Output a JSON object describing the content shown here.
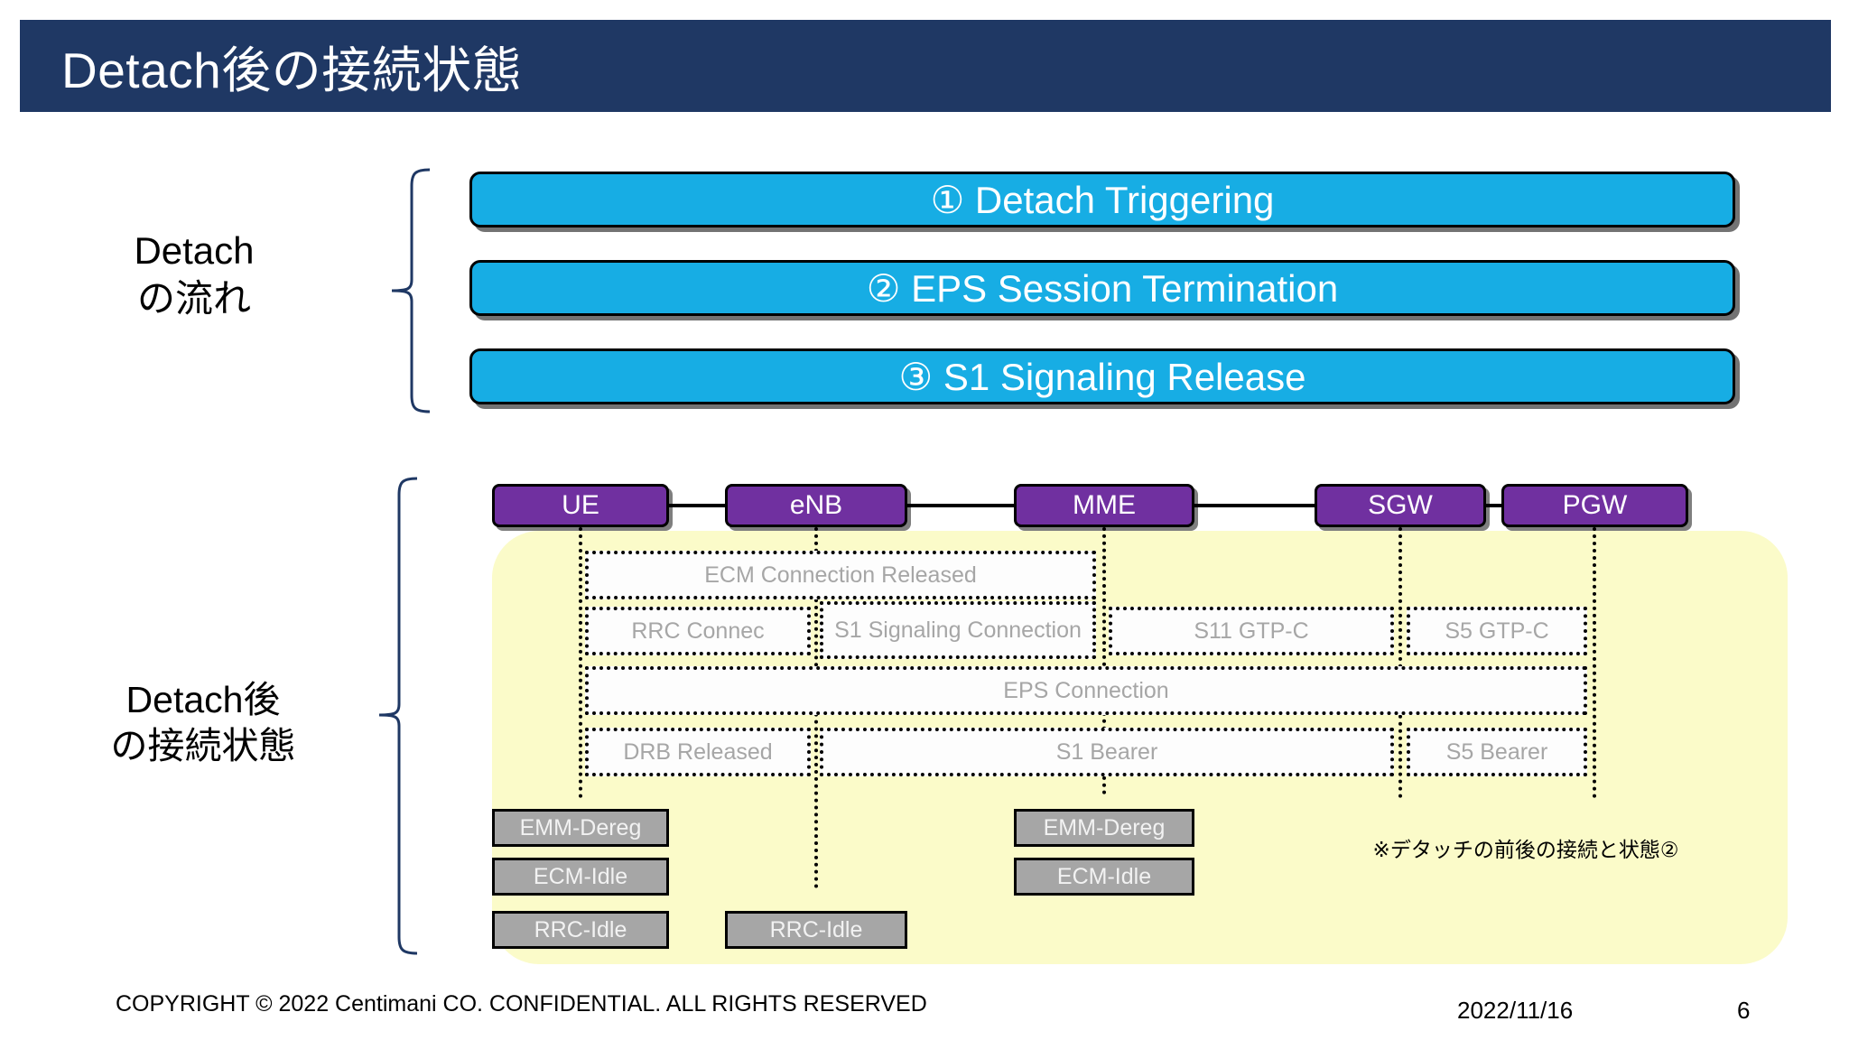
{
  "slide": {
    "title": "Detach後の接続状態",
    "banner_color": "#1F3864"
  },
  "sections": {
    "flow_label": "Detach\nの流れ",
    "state_label": "Detach後\nの接続状態"
  },
  "steps": [
    {
      "label": "①  Detach Triggering"
    },
    {
      "label": "②  EPS Session Termination"
    },
    {
      "label": "③  S1 Signaling Release"
    }
  ],
  "step_color": "#17ADE4",
  "nodes": [
    {
      "label": "UE"
    },
    {
      "label": "eNB"
    },
    {
      "label": "MME"
    },
    {
      "label": "SGW"
    },
    {
      "label": "PGW"
    }
  ],
  "node_color": "#7030A0",
  "panel_color": "#FBFBC9",
  "connections": [
    {
      "label": "ECM Connection Released"
    },
    {
      "label": "RRC Connec"
    },
    {
      "label": "S1 Signaling Connection"
    },
    {
      "label": "S11 GTP-C"
    },
    {
      "label": "S5 GTP-C"
    },
    {
      "label": "EPS Connection"
    },
    {
      "label": "DRB Released"
    },
    {
      "label": "S1 Bearer"
    },
    {
      "label": "S5 Bearer"
    }
  ],
  "states": [
    {
      "label": "EMM-Dereg"
    },
    {
      "label": "ECM-Idle"
    },
    {
      "label": "RRC-Idle"
    },
    {
      "label": "RRC-Idle"
    },
    {
      "label": "EMM-Dereg"
    },
    {
      "label": "ECM-Idle"
    }
  ],
  "state_color": "#A6A6A6",
  "panel_note": "※デタッチの前後の接続と状態②",
  "footer": {
    "copyright": "COPYRIGHT © 2022 Centimani CO. CONFIDENTIAL. ALL RIGHTS RESERVED",
    "date": "2022/11/16",
    "page": "6"
  }
}
